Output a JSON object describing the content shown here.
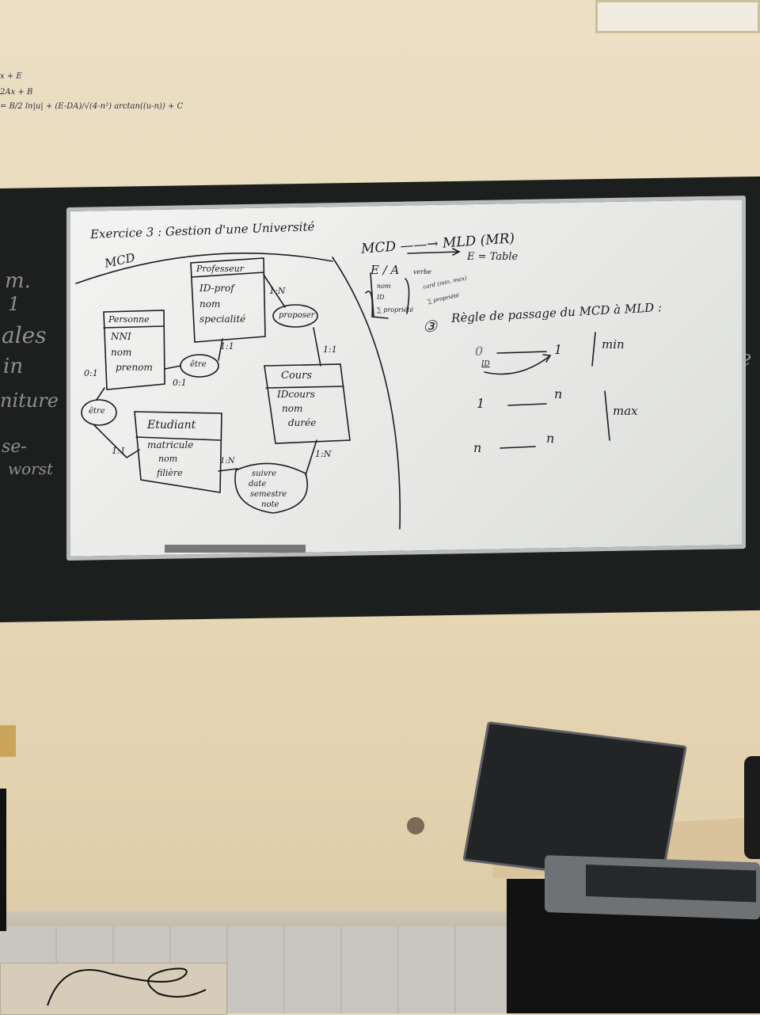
{
  "wall_formula": {
    "lines": [
      "x + E",
      "2Ax + B",
      "= B/2 ln|u| + (E-DA)/√(4-n²) arctan((u-n)) + C"
    ]
  },
  "chalkboard_text": [
    "m.",
    "1",
    "ales",
    "in",
    "niture",
    "se-",
    "worst",
    "e"
  ],
  "whiteboard": {
    "title": "Exercice 3 : Gestion d'une Université",
    "mcd_label": "MCD",
    "entities": {
      "personne": {
        "name": "Personne",
        "fields": [
          "NNI",
          "nom",
          "prenom"
        ]
      },
      "professeur": {
        "name": "Professeur",
        "fields": [
          "ID-prof",
          "nom",
          "specialité"
        ]
      },
      "etudiant": {
        "name": "Etudiant",
        "fields": [
          "matricule",
          "nom",
          "filière"
        ]
      },
      "cours": {
        "name": "Cours",
        "fields": [
          "IDcours",
          "nom",
          "durée"
        ]
      }
    },
    "associations": {
      "etre_prof": "être",
      "etre_etud": "être",
      "proposer": "proposer",
      "suivre": {
        "name": "suivre",
        "attrs": [
          "date",
          "semestre",
          "note"
        ]
      }
    },
    "cardinalities": [
      "0:1",
      "0:1",
      "1:1",
      "1:N",
      "1:1",
      "1:1",
      "1:N",
      "1:N"
    ],
    "right": {
      "heading": "MCD ——→ MLD (MR)",
      "eq": "E = Table",
      "e_a": "E / A",
      "entity_list": [
        "nom",
        "ID",
        "∑ propriété"
      ],
      "assoc_notes": [
        "verbe",
        "card (min, max)",
        "∑ propriété"
      ],
      "rule_number": "③",
      "rule_title": "Règle de passage du MCD à MLD :",
      "rows": [
        {
          "left": "0",
          "right": "1"
        },
        {
          "left": "1",
          "right": "n"
        },
        {
          "left": "n",
          "right": "n"
        }
      ],
      "id_note": "ID",
      "min_label": "min",
      "max_label": "max"
    }
  }
}
